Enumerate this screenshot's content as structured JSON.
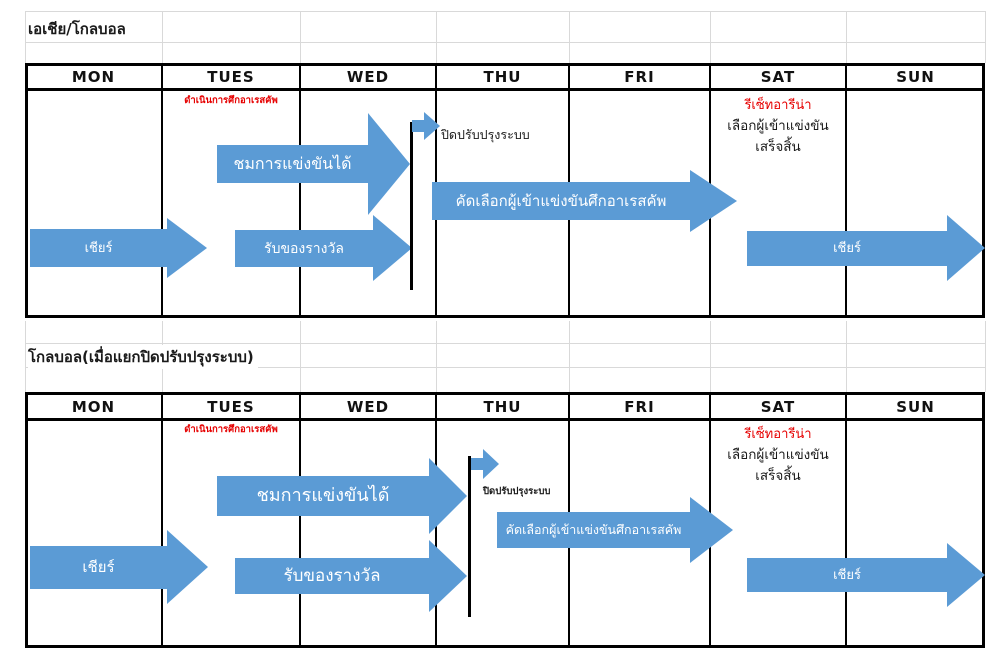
{
  "colors": {
    "arrow_blue": "#5b9bd5",
    "note_red": "#e60000",
    "grid_light": "#d9d9d9",
    "border_black": "#000000"
  },
  "days": [
    "MON",
    "TUES",
    "WED",
    "THU",
    "FRI",
    "SAT",
    "SUN"
  ],
  "section1": {
    "title": "เอเชีย/โกลบอล",
    "operate_note": "ดำเนินการศึกอาเรสคัพ",
    "maintenance_note": "ปิดปรับปรุงระบบ",
    "reset_note": "รีเซ็ทอารีน่า",
    "select_done_1": "เลือกผู้เข้าแข่งขัน",
    "select_done_2": "เสร็จสิ้น",
    "cheer_left": "เชียร์",
    "watch": "ชมการแข่งขันได้",
    "select": "คัดเลือกผู้เข้าแข่งขันศึกอาเรสคัพ",
    "rewards": "รับของรางวัล",
    "cheer_right": "เชียร์"
  },
  "section2": {
    "title": "โกลบอล(เมื่อแยกปิดปรับปรุงระบบ)",
    "operate_note": "ดำเนินการศึกอาเรสคัพ",
    "maintenance_note": "ปิดปรับปรุงระบบ",
    "reset_note": "รีเซ็ทอารีน่า",
    "select_done_1": "เลือกผู้เข้าแข่งขัน",
    "select_done_2": "เสร็จสิ้น",
    "cheer_left": "เชียร์",
    "watch": "ชมการแข่งขันได้",
    "select": "คัดเลือกผู้เข้าแข่งขันศึกอาเรสคัพ",
    "rewards": "รับของรางวัล",
    "cheer_right": "เชียร์"
  }
}
